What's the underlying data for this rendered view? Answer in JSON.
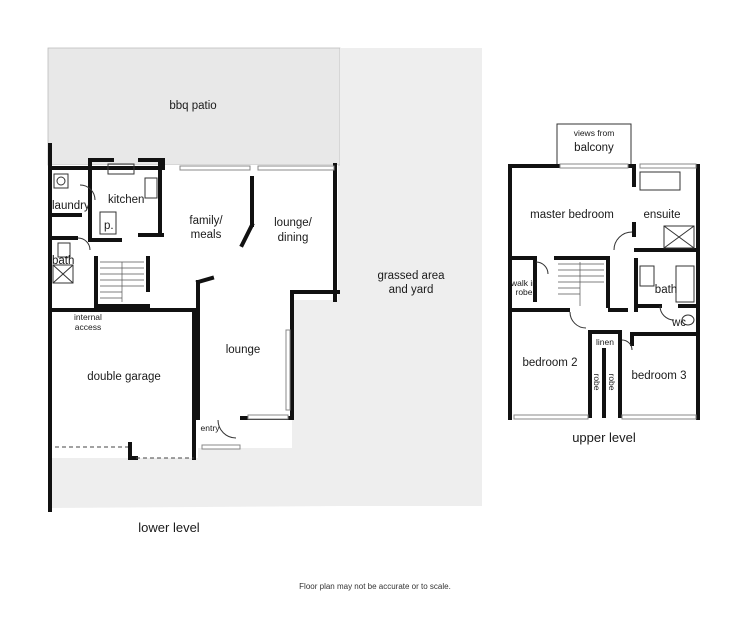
{
  "lower": {
    "title": "lower level",
    "rooms": {
      "bbq_patio": "bbq patio",
      "laundry": "laundry",
      "kitchen": "kitchen",
      "pantry": "p.",
      "family_meals_1": "family/",
      "family_meals_2": "meals",
      "lounge_dining_1": "lounge/",
      "lounge_dining_2": "dining",
      "bath": "bath",
      "internal_access_1": "internal",
      "internal_access_2": "access",
      "lounge": "lounge",
      "double_garage": "double garage",
      "entry": "entry",
      "grassed_1": "grassed area",
      "grassed_2": "and yard"
    }
  },
  "upper": {
    "title": "upper level",
    "rooms": {
      "views_from": "views from",
      "balcony": "balcony",
      "master_bedroom": "master bedroom",
      "ensuite": "ensuite",
      "walk_in_1": "walk in",
      "walk_in_2": "robe",
      "bath": "bath",
      "wc": "wc",
      "linen": "linen",
      "bedroom2": "bedroom 2",
      "robe_a": "robe",
      "robe_b": "robe",
      "bedroom3": "bedroom 3"
    }
  },
  "disclaimer": "Floor plan may not be accurate or to scale."
}
